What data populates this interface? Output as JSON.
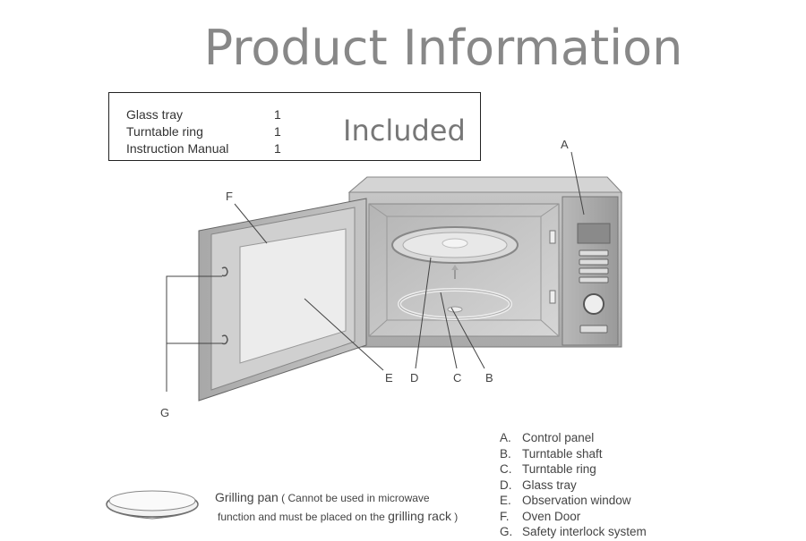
{
  "title": "Product Information",
  "included": {
    "label": "Included",
    "items": [
      {
        "name": "Glass tray",
        "qty": "1"
      },
      {
        "name": "Turntable ring",
        "qty": "1"
      },
      {
        "name": "Instruction Manual",
        "qty": "1"
      }
    ]
  },
  "callouts": {
    "a": "A",
    "b": "B",
    "c": "C",
    "d": "D",
    "e": "E",
    "f": "F",
    "g": "G"
  },
  "parts": [
    {
      "letter": "A.",
      "name": "Control panel"
    },
    {
      "letter": "B.",
      "name": "Turntable shaft"
    },
    {
      "letter": "C.",
      "name": "Turntable ring"
    },
    {
      "letter": "D.",
      "name": "Glass tray"
    },
    {
      "letter": "E.",
      "name": "Observation window"
    },
    {
      "letter": "F.",
      "name": "Oven Door"
    },
    {
      "letter": "G.",
      "name": "Safety interlock system"
    }
  ],
  "grilling_pan": {
    "label": "Grilling pan",
    "note_1": "( Cannot be used in microwave",
    "note_2_a": "function and must be placed on the",
    "note_2_b": "grilling rack",
    "note_2_c": ")"
  }
}
